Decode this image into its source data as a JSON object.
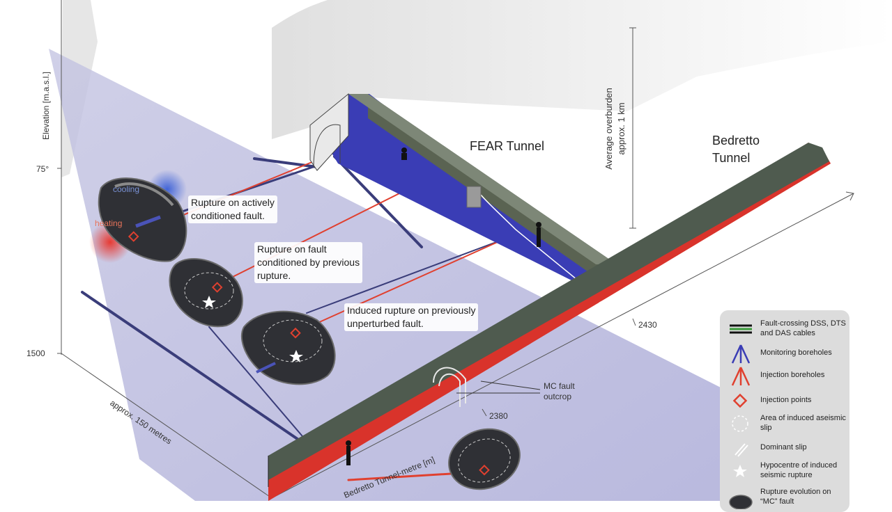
{
  "axes": {
    "elevation_label": "Elevation [m.a.s.l.]",
    "angle_label": "75°",
    "elevation_value": "1500",
    "distance_label": "approx. 150 metres",
    "tunnel_axis_label": "Bedretto Tunnel-metre [m]"
  },
  "tunnels": {
    "fear": "FEAR Tunnel",
    "bedretto_line1": "Bedretto",
    "bedretto_line2": "Tunnel"
  },
  "overburden": {
    "line1": "Average overburden",
    "line2": "approx. 1 km"
  },
  "faults": {
    "cooling": "cooling",
    "heating": "heating"
  },
  "callouts": {
    "actively_conditioned": [
      "Rupture on actively",
      "conditioned fault."
    ],
    "previous_rupture": [
      "Rupture on fault",
      "conditioned by previous",
      "rupture."
    ],
    "unperturbed": [
      "Induced rupture on previously",
      "unperturbed fault."
    ]
  },
  "markers": {
    "tm_2430": "2430",
    "tm_2380": "2380",
    "mc_outcrop_line1": "MC fault",
    "mc_outcrop_line2": "outcrop"
  },
  "legend": {
    "items": [
      {
        "label": "Fault-crossing DSS, DTS and DAS cables",
        "icon": "cables-icon"
      },
      {
        "label": "Monitoring boreholes",
        "icon": "monitoring-borehole-icon"
      },
      {
        "label": "Injection boreholes",
        "icon": "injection-borehole-icon"
      },
      {
        "label": "Injection points",
        "icon": "injection-point-icon"
      },
      {
        "label": "Area of induced aseismic slip",
        "icon": "aseismic-area-icon"
      },
      {
        "label": "Dominant slip",
        "icon": "dominant-slip-icon"
      },
      {
        "label": "Hypocentre of induced seismic rupture",
        "icon": "hypocentre-star-icon"
      },
      {
        "label": "Rupture evolution on “MC” fault",
        "icon": "rupture-evolution-icon"
      }
    ]
  },
  "colors": {
    "tunnel_green": "#4f5b4f",
    "tunnel_red": "#d9332b",
    "fear_blue": "#3a3db5",
    "fault_plane": "#b3b3d9",
    "monitoring": "#3a3d7a",
    "injection": "#e0402f",
    "fault_dark": "#3a3b40",
    "legend_bg": "#dcdcdc"
  }
}
